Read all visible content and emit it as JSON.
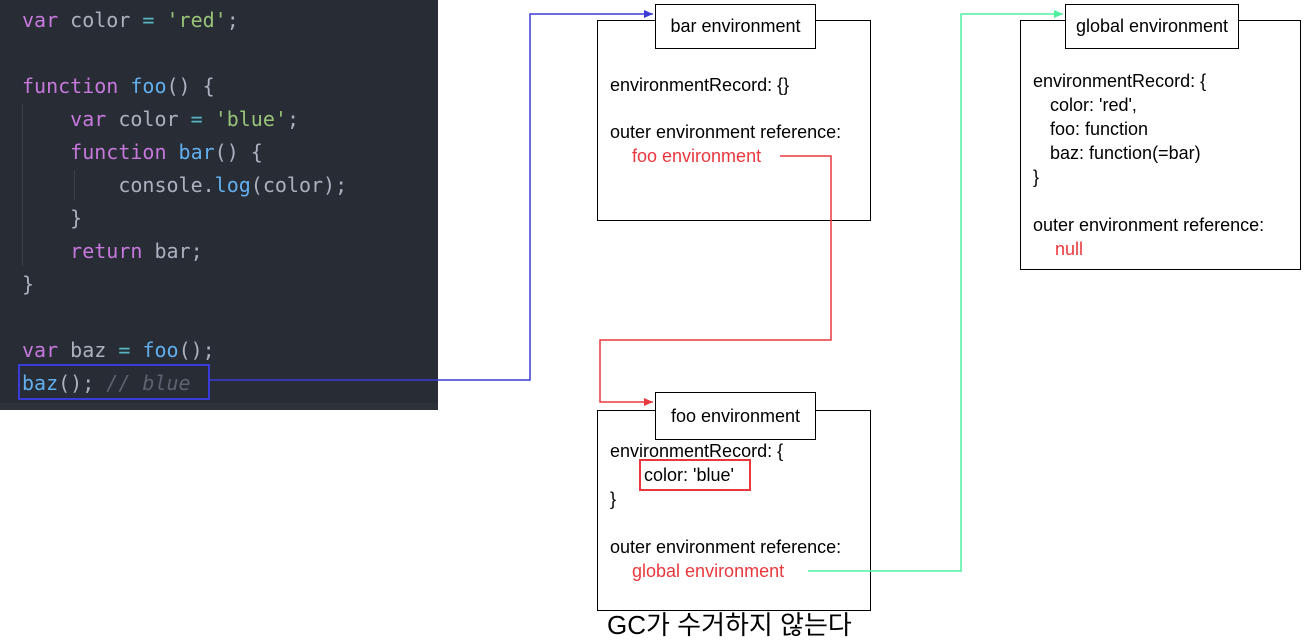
{
  "code": {
    "lines": [
      [
        {
          "t": "var",
          "c": "kw"
        },
        {
          "t": " color "
        },
        {
          "t": "=",
          "c": "op"
        },
        {
          "t": " "
        },
        {
          "t": "'red'",
          "c": "str"
        },
        {
          "t": ";"
        }
      ],
      [],
      [
        {
          "t": "function",
          "c": "kw"
        },
        {
          "t": " "
        },
        {
          "t": "foo",
          "c": "fn"
        },
        {
          "t": "() {"
        }
      ],
      [
        {
          "t": "    "
        },
        {
          "t": "var",
          "c": "kw"
        },
        {
          "t": " color "
        },
        {
          "t": "=",
          "c": "op"
        },
        {
          "t": " "
        },
        {
          "t": "'blue'",
          "c": "str"
        },
        {
          "t": ";"
        }
      ],
      [
        {
          "t": "    "
        },
        {
          "t": "function",
          "c": "kw"
        },
        {
          "t": " "
        },
        {
          "t": "bar",
          "c": "fn"
        },
        {
          "t": "() {"
        }
      ],
      [
        {
          "t": "        console."
        },
        {
          "t": "log",
          "c": "fn"
        },
        {
          "t": "(color);"
        }
      ],
      [
        {
          "t": "    }"
        }
      ],
      [
        {
          "t": "    "
        },
        {
          "t": "return",
          "c": "kw"
        },
        {
          "t": " bar;"
        }
      ],
      [
        {
          "t": "}"
        }
      ],
      [],
      [
        {
          "t": "var",
          "c": "kw"
        },
        {
          "t": " baz "
        },
        {
          "t": "=",
          "c": "op"
        },
        {
          "t": " "
        },
        {
          "t": "foo",
          "c": "fn"
        },
        {
          "t": "();"
        }
      ],
      [
        {
          "t": "baz",
          "c": "fn"
        },
        {
          "t": "(); "
        },
        {
          "t": "// blue",
          "c": "cm"
        }
      ]
    ]
  },
  "bar_env": {
    "title": "bar environment",
    "record": "environmentRecord: {}",
    "outer_label": "outer environment reference:",
    "outer_value": "foo environment"
  },
  "foo_env": {
    "title": "foo environment",
    "record_open": "environmentRecord: {",
    "record_item": "color: 'blue'",
    "record_close": "}",
    "outer_label": "outer environment reference:",
    "outer_value": "global environment"
  },
  "global_env": {
    "title": "global environment",
    "record_open": "environmentRecord: {",
    "items": [
      "color: 'red',",
      "foo: function",
      "baz: function(=bar)"
    ],
    "record_close": "}",
    "outer_label": "outer environment reference:",
    "outer_value": "null"
  },
  "caption": "GC가 수거하지 않는다",
  "colors": {
    "code_bg": "#282c34",
    "keyword": "#c678dd",
    "function": "#61afef",
    "string": "#98c379",
    "operator": "#56b6c2",
    "comment": "#5c6370",
    "call_arrow": "#3b3bd8",
    "outer_ref_arrow": "#e8383d",
    "global_arrow": "#4ef0a0"
  }
}
